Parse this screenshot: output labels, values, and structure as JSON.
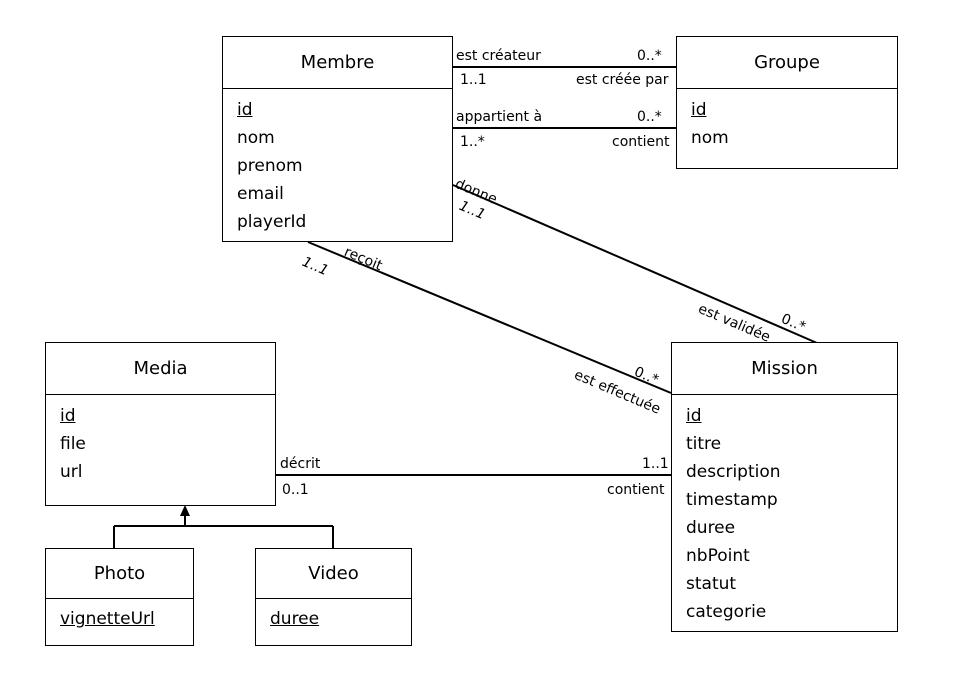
{
  "classes": {
    "membre": {
      "name": "Membre",
      "attrs": [
        {
          "text": "id",
          "pk": true
        },
        {
          "text": "nom"
        },
        {
          "text": "prenom"
        },
        {
          "text": "email"
        },
        {
          "text": "playerId"
        }
      ]
    },
    "groupe": {
      "name": "Groupe",
      "attrs": [
        {
          "text": "id",
          "pk": true
        },
        {
          "text": "nom"
        }
      ]
    },
    "media": {
      "name": "Media",
      "attrs": [
        {
          "text": "id",
          "pk": true
        },
        {
          "text": "file"
        },
        {
          "text": "url"
        }
      ]
    },
    "mission": {
      "name": "Mission",
      "attrs": [
        {
          "text": "id",
          "pk": true
        },
        {
          "text": "titre"
        },
        {
          "text": "description"
        },
        {
          "text": "timestamp"
        },
        {
          "text": "duree"
        },
        {
          "text": "nbPoint"
        },
        {
          "text": "statut"
        },
        {
          "text": "categorie"
        }
      ]
    },
    "photo": {
      "name": "Photo",
      "attrs": [
        {
          "text": "vignetteUrl",
          "pk": true
        }
      ]
    },
    "video": {
      "name": "Video",
      "attrs": [
        {
          "text": "duree",
          "pk": true
        }
      ]
    }
  },
  "associations": {
    "cree": {
      "role_source": "est créateur",
      "mult_source": "1..1",
      "role_target": "est créée par",
      "mult_target": "0..*"
    },
    "appartient": {
      "role_source": "appartient à",
      "mult_source": "1..*",
      "role_target": "contient",
      "mult_target": "0..*"
    },
    "donne": {
      "role_source": "donne",
      "mult_source": "1..1",
      "role_target": "est validée",
      "mult_target": "0..*"
    },
    "recoit": {
      "role_source": "reçoit",
      "mult_source": "1..1",
      "role_target": "est effectuée",
      "mult_target": "0..*"
    },
    "decrit": {
      "role_source": "décrit",
      "mult_source": "0..1",
      "role_target": "contient",
      "mult_target": "1..1"
    }
  }
}
